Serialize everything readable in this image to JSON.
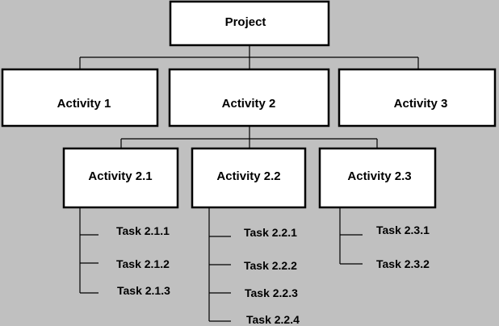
{
  "diagram": {
    "root": {
      "label": "Project"
    },
    "activities": [
      {
        "label": "Activity 1"
      },
      {
        "label": "Activity 2"
      },
      {
        "label": "Activity 3"
      }
    ],
    "sub_activities": [
      {
        "label": "Activity 2.1",
        "tasks": [
          "Task 2.1.1",
          "Task 2.1.2",
          "Task 2.1.3"
        ]
      },
      {
        "label": "Activity 2.2",
        "tasks": [
          "Task 2.2.1",
          "Task 2.2.2",
          "Task 2.2.3",
          "Task 2.2.4"
        ]
      },
      {
        "label": "Activity 2.3",
        "tasks": [
          "Task 2.3.1",
          "Task 2.3.2"
        ]
      }
    ]
  },
  "colors": {
    "background": "#c0c0c0",
    "box_fill": "#ffffff",
    "line": "#000000"
  }
}
